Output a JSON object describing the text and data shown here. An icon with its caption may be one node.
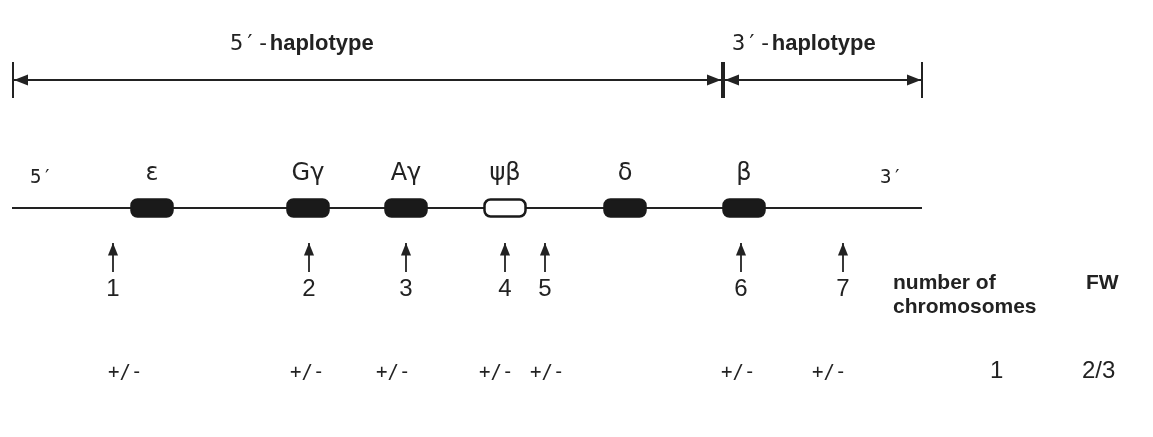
{
  "diagram": {
    "nodes": [
      {
        "text": [
          "ε"
        ]
      },
      {
        "text": [
          "Gγ"
        ]
      },
      {
        "text": [
          "Aγ"
        ]
      },
      {
        "text": [
          "ψβ"
        ]
      },
      {
        "text": [
          "δ"
        ]
      },
      {
        "text": [
          "β"
        ]
      },
      {
        "text": [
          "1"
        ]
      },
      {
        "text": [
          "2"
        ]
      },
      {
        "text": [
          "3"
        ]
      },
      {
        "text": [
          "4"
        ]
      },
      {
        "text": [
          "5"
        ]
      },
      {
        "text": [
          "6"
        ]
      },
      {
        "text": [
          "7"
        ]
      }
    ],
    "edges": [
      {
        "from": 6,
        "to": null,
        "arrow": "to"
      },
      {
        "from": 7,
        "to": null,
        "arrow": "to"
      },
      {
        "from": 8,
        "to": null,
        "arrow": "to"
      },
      {
        "from": 9,
        "to": null,
        "arrow": "to"
      },
      {
        "from": 10,
        "to": null,
        "arrow": "to"
      },
      {
        "from": 11,
        "to": null,
        "arrow": "to"
      },
      {
        "from": 12,
        "to": null,
        "arrow": "to"
      }
    ],
    "labels": [
      "5′-haplotype",
      "3′-haplotype",
      "5′",
      "3′",
      "number of chromosomes",
      "FW",
      "+/-",
      "+/-",
      "+/-",
      "+/-",
      "+/-",
      "+/-",
      "+/-",
      "1",
      "2/3"
    ]
  }
}
